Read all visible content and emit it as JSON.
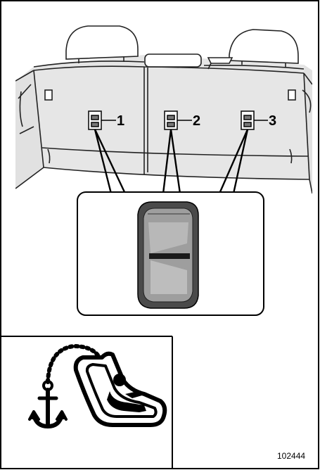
{
  "callouts": [
    "1",
    "2",
    "3"
  ],
  "figure_id": "102444",
  "icon": "child-seat-anchor-icon"
}
